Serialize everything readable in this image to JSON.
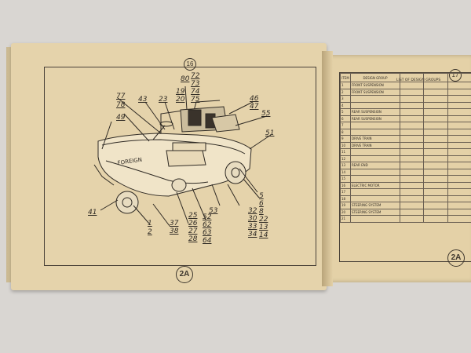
{
  "left_page": {
    "page_number": "16",
    "figure_label": "2A",
    "brand_label": "FOREIGN",
    "callouts": [
      {
        "id": "c80",
        "text": "80"
      },
      {
        "id": "c72",
        "text": "72"
      },
      {
        "id": "c73",
        "text": "73"
      },
      {
        "id": "c74",
        "text": "74"
      },
      {
        "id": "c75",
        "text": "75"
      },
      {
        "id": "c77",
        "text": "77"
      },
      {
        "id": "c78",
        "text": "78"
      },
      {
        "id": "c43",
        "text": "43"
      },
      {
        "id": "c23",
        "text": "23"
      },
      {
        "id": "c19",
        "text": "19"
      },
      {
        "id": "c20",
        "text": "20"
      },
      {
        "id": "c46",
        "text": "46"
      },
      {
        "id": "c47",
        "text": "47"
      },
      {
        "id": "c55",
        "text": "55"
      },
      {
        "id": "c49",
        "text": "49"
      },
      {
        "id": "c51",
        "text": "51"
      },
      {
        "id": "c5",
        "text": "5"
      },
      {
        "id": "c6",
        "text": "6"
      },
      {
        "id": "c8",
        "text": "8"
      },
      {
        "id": "c22",
        "text": "22"
      },
      {
        "id": "c13",
        "text": "13"
      },
      {
        "id": "c14",
        "text": "14"
      },
      {
        "id": "c32",
        "text": "32"
      },
      {
        "id": "c30",
        "text": "30"
      },
      {
        "id": "c33",
        "text": "33"
      },
      {
        "id": "c34",
        "text": "34"
      },
      {
        "id": "c53",
        "text": "53"
      },
      {
        "id": "c52",
        "text": "52"
      },
      {
        "id": "c62",
        "text": "62"
      },
      {
        "id": "c63",
        "text": "63"
      },
      {
        "id": "c64",
        "text": "64"
      },
      {
        "id": "c25",
        "text": "25"
      },
      {
        "id": "c26",
        "text": "26"
      },
      {
        "id": "c27",
        "text": "27"
      },
      {
        "id": "c28",
        "text": "28"
      },
      {
        "id": "c37",
        "text": "37"
      },
      {
        "id": "c38",
        "text": "38"
      },
      {
        "id": "c1",
        "text": "1"
      },
      {
        "id": "c2",
        "text": "2"
      },
      {
        "id": "c41",
        "text": "41"
      }
    ]
  },
  "right_page": {
    "page_number": "17",
    "figure_label": "2A",
    "table_title": "LIST OF DESIGN GROUPS",
    "header": {
      "item": "ITEM",
      "group": "DESIGN GROUP"
    },
    "rows": [
      {
        "n": "1",
        "g": "FRONT SUSPENSION"
      },
      {
        "n": "2",
        "g": "FRONT SUSPENSION"
      },
      {
        "n": "3",
        "g": ""
      },
      {
        "n": "4",
        "g": ""
      },
      {
        "n": "5",
        "g": "REAR SUSPENSION"
      },
      {
        "n": "6",
        "g": "REAR SUSPENSION"
      },
      {
        "n": "7",
        "g": ""
      },
      {
        "n": "8",
        "g": ""
      },
      {
        "n": "9",
        "g": "DRIVE TRAIN"
      },
      {
        "n": "10",
        "g": "DRIVE TRAIN"
      },
      {
        "n": "11",
        "g": ""
      },
      {
        "n": "12",
        "g": ""
      },
      {
        "n": "13",
        "g": "REAR END"
      },
      {
        "n": "14",
        "g": ""
      },
      {
        "n": "15",
        "g": ""
      },
      {
        "n": "16",
        "g": "ELECTRIC MOTOR"
      },
      {
        "n": "17",
        "g": ""
      },
      {
        "n": "18",
        "g": ""
      },
      {
        "n": "19",
        "g": "STEERING SYSTEM"
      },
      {
        "n": "20",
        "g": "STEERING SYSTEM"
      },
      {
        "n": "21",
        "g": ""
      }
    ]
  }
}
